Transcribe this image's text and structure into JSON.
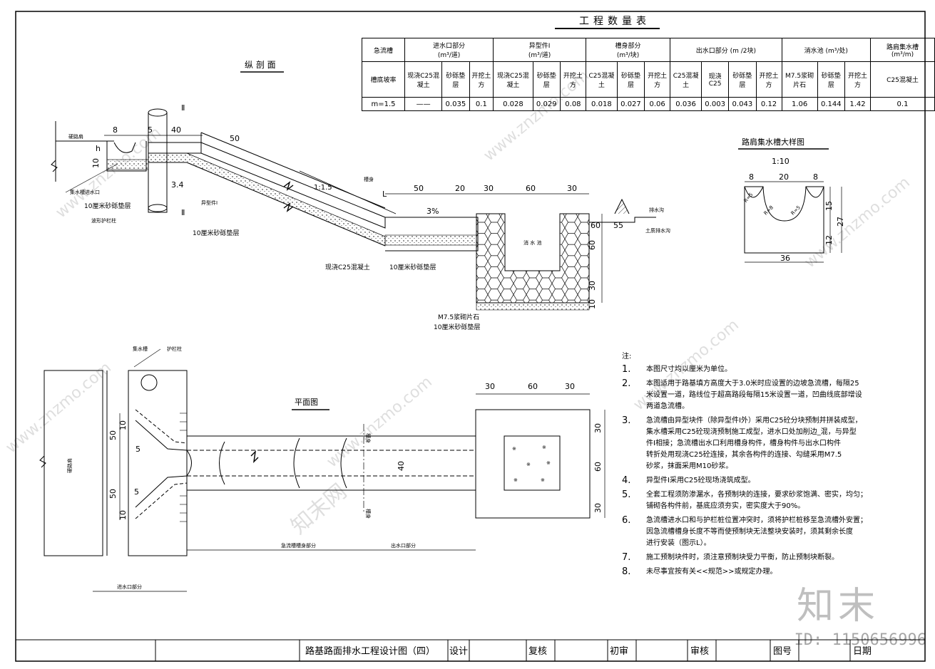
{
  "quantity_table": {
    "title": "工程数量表",
    "col_groups": [
      {
        "name": "急流槽"
      },
      {
        "name": "进水口部分",
        "unit": "(m³/道)"
      },
      {
        "name": "异型件Ⅰ",
        "unit": "(m³/道)"
      },
      {
        "name": "槽身部分",
        "unit": "(m³/块)"
      },
      {
        "name": "出水口部分",
        "unit": "(m /2块)"
      },
      {
        "name": "消水池",
        "unit": "(m³/处)"
      },
      {
        "name": "路肩集水槽",
        "unit": "(m³/m)"
      }
    ],
    "sub_headers": [
      "槽底坡率",
      "现浇C25混凝土",
      "砂砾垫层",
      "开挖土方",
      "现浇C25混凝土",
      "砂砾垫层",
      "开挖土方",
      "C25混凝土",
      "砂砾垫层",
      "开挖土方",
      "C25混凝土",
      "现浇C25",
      "砂砾垫层",
      "开挖土方",
      "M7.5浆砌片石",
      "砂砾垫层",
      "开挖土方",
      "C25混凝土"
    ],
    "row": [
      "m=1.5",
      "——",
      "0.035",
      "0.1",
      "0.028",
      "0.029",
      "0.08",
      "0.018",
      "0.027",
      "0.06",
      "0.036",
      "0.003",
      "0.043",
      "0.12",
      "1.06",
      "0.144",
      "1.42",
      "0.1"
    ]
  },
  "section": {
    "title": "纵 剖 面",
    "labels": {
      "shoulder": "硬路肩",
      "inlet": "集水槽进水口",
      "gravel1": "10厘米砂砾垫层",
      "guard": "波形护栏柱",
      "special": "异型件Ⅰ",
      "gravel2": "10厘米砂砾垫层",
      "c25": "现浇C25混凝土",
      "gravel3": "10厘米砂砾垫层",
      "trough": "槽身",
      "basin": "消 水 池",
      "m75": "M7.5浆砌片石",
      "gravel4": "10厘米砂砾垫层",
      "ditch": "排水沟",
      "earth": "土质排水沟",
      "slope": "1:1.5",
      "grade": "3%",
      "cut1": "Ⅱ",
      "cut2": "Ⅱ"
    },
    "dims": {
      "d8": "8",
      "d5": "5",
      "d40": "40",
      "d50": "50",
      "d10": "10",
      "dh": "h",
      "d34": "3.4",
      "dL": "L",
      "d50b": "50",
      "d20": "20",
      "d30": "30",
      "d60": "60",
      "d30b": "30",
      "v60": "60",
      "v55": "55",
      "v60b": "60",
      "v30": "30",
      "v10": "10"
    }
  },
  "detail": {
    "title": "路肩集水槽大样图",
    "scale": "1:10",
    "dims": {
      "w8": "8",
      "w20": "20",
      "w8b": "8",
      "r5a": "R=5",
      "r8": "R=8",
      "r5b": "R=5",
      "h15": "15",
      "h27": "27",
      "h12": "12",
      "w36": "36"
    }
  },
  "plan": {
    "title": "平面图",
    "labels": {
      "collector": "集水槽",
      "guard": "护栏柱",
      "shoulder": "硬路肩",
      "trough_part": "急流槽槽身部分",
      "outlet_part": "出水口部分",
      "inlet_part": "进水口部分",
      "seg1": "槽身",
      "seg2": "槽身"
    },
    "dims": {
      "t30": "30",
      "t60": "60",
      "t30b": "30",
      "v50": "50",
      "v10": "10",
      "v50b": "50",
      "v10b": "10",
      "v5": "5",
      "v5b": "5",
      "w40": "40",
      "r30": "30",
      "r60": "60",
      "r30b": "30"
    }
  },
  "notes": {
    "title": "注:",
    "items": [
      {
        "n": "1.",
        "lines": [
          "本图尺寸均以厘米为单位。"
        ]
      },
      {
        "n": "2.",
        "lines": [
          "本图适用于路基填方高度大于3.0米时应设置的边坡急流槽，每隔25",
          "米设置一道，路线位于超高路段每隔15米设置一道，凹曲线底部增设",
          "两道急流槽。"
        ]
      },
      {
        "n": "3.",
        "lines": [
          "急流槽由异型块件（除异型件Ⅰ外）采用C25砼分块预制并拼装成型，",
          "集水槽采用C25砼现浇预制施工成型，进水口处加削边_混，与异型",
          "件Ⅰ相接；急流槽出水口利用槽身构件，槽身构件与出水口构件",
          "转折处用现浇C25砼连接，其余各构件的连接、勾缝采用M7.5",
          "砂浆，抹面采用M10砂浆。"
        ]
      },
      {
        "n": "4.",
        "lines": [
          "异型件Ⅰ采用C25砼现场浇筑成型。"
        ]
      },
      {
        "n": "5.",
        "lines": [
          "全套工程须防渗漏水，各预制块的连接，要求砂浆饱满、密实，均匀；",
          "铺砌各构件前，基底应须夯实，密实度大于90%。"
        ]
      },
      {
        "n": "6.",
        "lines": [
          "急流槽进水口和与护栏桩位置冲突时，须将护栏桩移至急流槽外安置；",
          "因急流槽槽身长度不等而使预制块无法整块安装时，须其剩余长度",
          "进行安装（图示L）。"
        ]
      },
      {
        "n": "7.",
        "lines": [
          "施工预制块件时，须注意预制块受力平衡，防止预制块断裂。"
        ]
      },
      {
        "n": "8.",
        "lines": [
          "未尽事宜按有关<<规范>>或规定办理。"
        ]
      }
    ]
  },
  "title_block": {
    "drawing_title": "路基路面排水工程设计图（四）",
    "design": "设计",
    "review": "复核",
    "check": "初审",
    "audit": "审核",
    "drawing_no": "图号",
    "date": "日期"
  },
  "watermark": {
    "site": "www.znzmo.com",
    "brand": "知末",
    "brand_net": "知末网",
    "id_label": "ID: 1150656996"
  }
}
